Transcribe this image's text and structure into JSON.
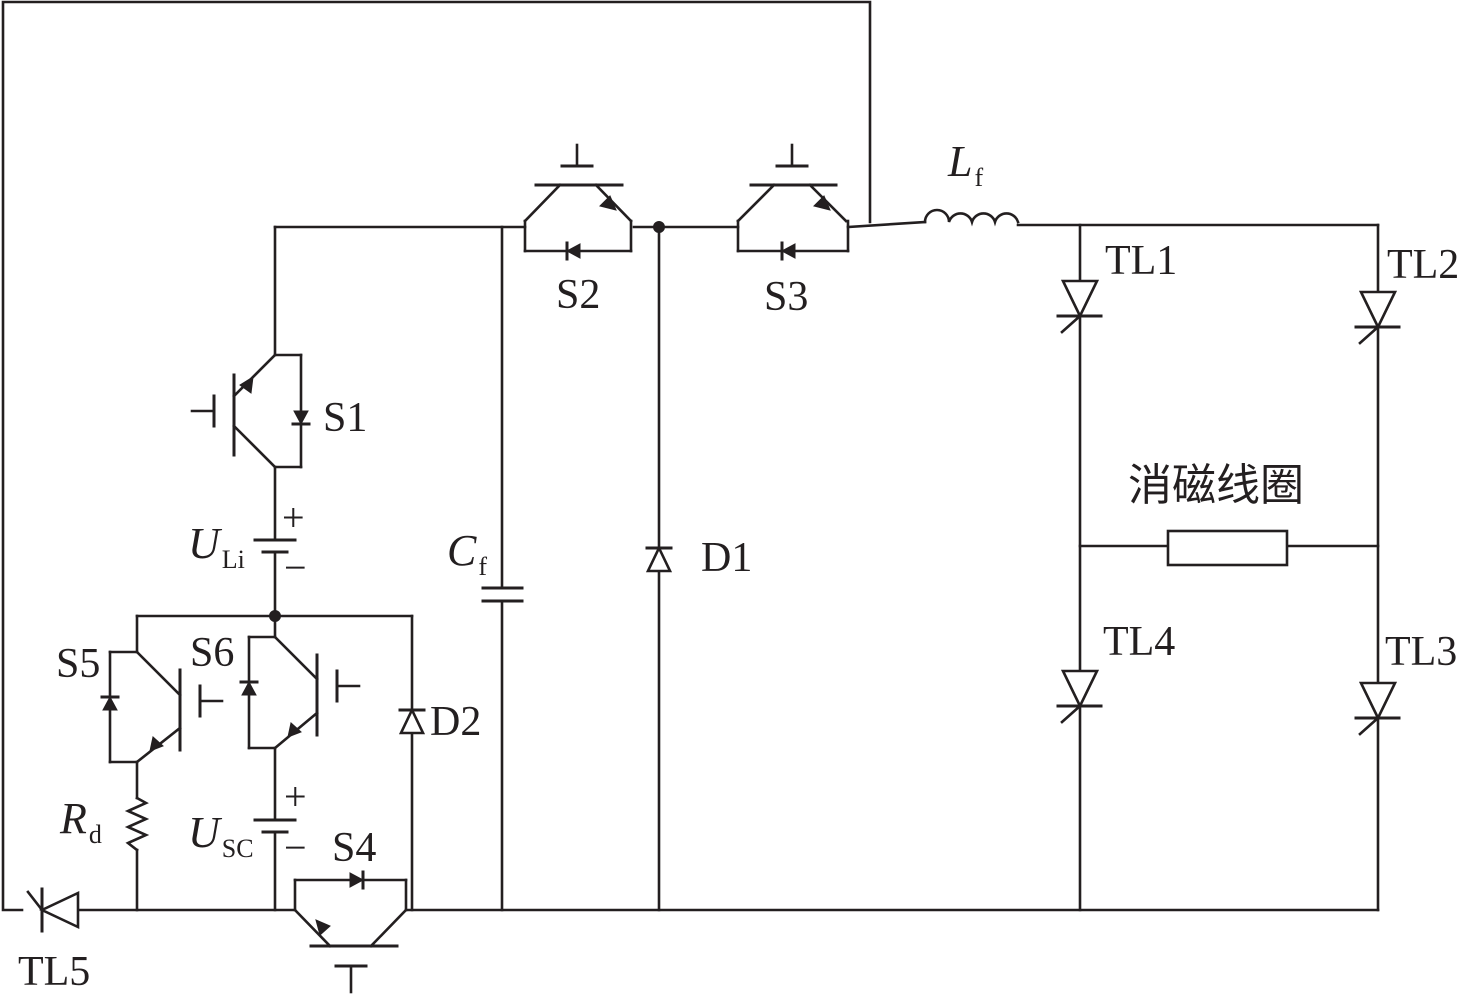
{
  "components": {
    "S1": "S1",
    "S2": "S2",
    "S3": "S3",
    "S4": "S4",
    "S5": "S5",
    "S6": "S6",
    "D1": "D1",
    "D2": "D2",
    "TL1": "TL1",
    "TL2": "TL2",
    "TL3": "TL3",
    "TL4": "TL4",
    "TL5": "TL5",
    "coil": "消磁线圈"
  },
  "symbols": {
    "Cf": {
      "main": "C",
      "sub": "f"
    },
    "Lf": {
      "main": "L",
      "sub": "f"
    },
    "Rd": {
      "main": "R",
      "sub": "d"
    },
    "ULi": {
      "main": "U",
      "sub": "Li"
    },
    "USC": {
      "main": "U",
      "sub": "SC"
    }
  },
  "polarity": {
    "plus": "+",
    "minus": "−"
  },
  "style": {
    "line_color": "#231f20",
    "background": "#ffffff"
  }
}
